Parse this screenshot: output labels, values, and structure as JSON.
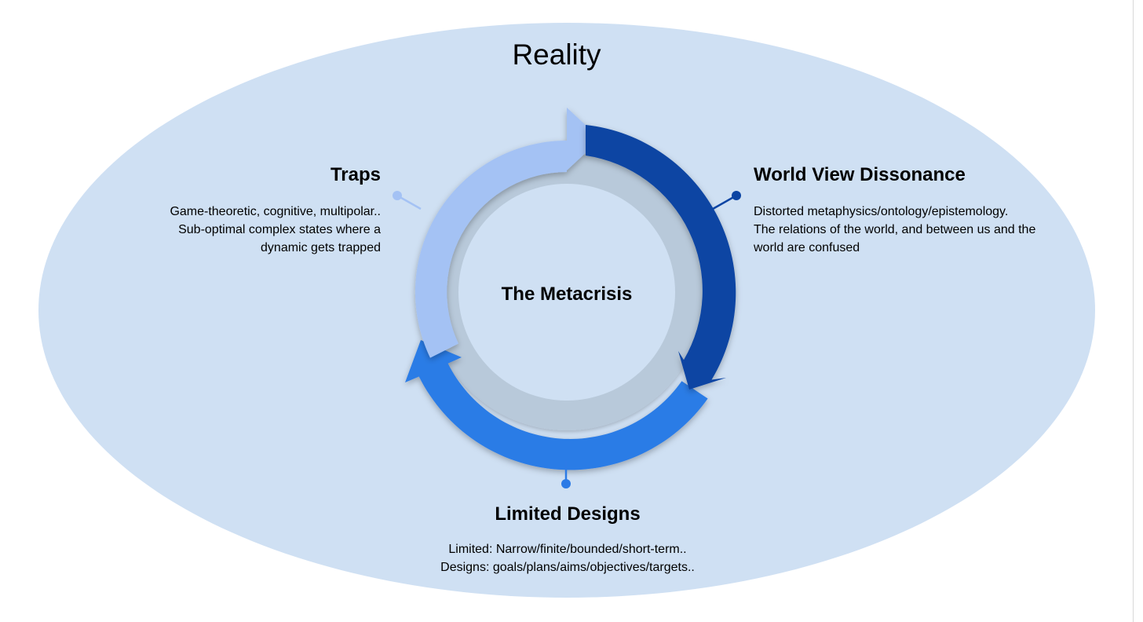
{
  "diagram": {
    "title": "Reality",
    "center_label": "The Metacrisis",
    "colors": {
      "background": "#ffffff",
      "reality_ellipse": "#cfe0f3",
      "inner_ring": "#b8c9da",
      "inner_disc": "#cfe0f3",
      "traps_arc": "#a4c2f4",
      "world_view_arc": "#0b44a3",
      "limited_designs_arc": "#2c7be6"
    },
    "nodes": [
      {
        "id": "traps",
        "title": "Traps",
        "description": [
          "Game-theoretic, cognitive, multipolar..",
          "Sub-optimal complex states where a",
          "dynamic gets trapped"
        ],
        "color": "#a4c2f4"
      },
      {
        "id": "world-view-dissonance",
        "title": "World View Dissonance",
        "description": [
          "Distorted metaphysics/ontology/epistemology.",
          "The relations of the world, and between us and the",
          "world are confused"
        ],
        "color": "#0b44a3"
      },
      {
        "id": "limited-designs",
        "title": "Limited Designs",
        "description": [
          "Limited: Narrow/finite/bounded/short-term..",
          "Designs: goals/plans/aims/objectives/targets.."
        ],
        "color": "#2c7be6"
      }
    ],
    "cycle": [
      "Traps",
      "World View Dissonance",
      "Limited Designs"
    ]
  }
}
